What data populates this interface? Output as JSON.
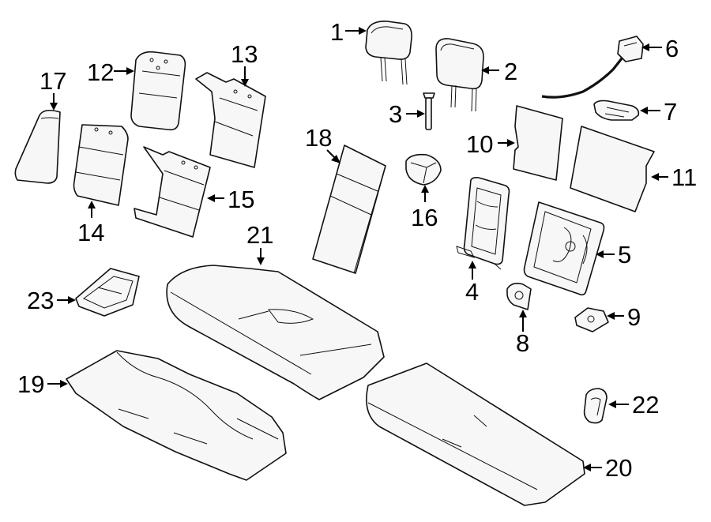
{
  "diagram": {
    "colors": {
      "line": "#111111",
      "fill": "#f7f7f7",
      "background": "#ffffff"
    },
    "callouts": [
      {
        "id": "1",
        "label": "1"
      },
      {
        "id": "2",
        "label": "2"
      },
      {
        "id": "3",
        "label": "3"
      },
      {
        "id": "4",
        "label": "4"
      },
      {
        "id": "5",
        "label": "5"
      },
      {
        "id": "6",
        "label": "6"
      },
      {
        "id": "7",
        "label": "7"
      },
      {
        "id": "8",
        "label": "8"
      },
      {
        "id": "9",
        "label": "9"
      },
      {
        "id": "10",
        "label": "10"
      },
      {
        "id": "11",
        "label": "11"
      },
      {
        "id": "12",
        "label": "12"
      },
      {
        "id": "13",
        "label": "13"
      },
      {
        "id": "14",
        "label": "14"
      },
      {
        "id": "15",
        "label": "15"
      },
      {
        "id": "16",
        "label": "16"
      },
      {
        "id": "17",
        "label": "17"
      },
      {
        "id": "18",
        "label": "18"
      },
      {
        "id": "19",
        "label": "19"
      },
      {
        "id": "20",
        "label": "20"
      },
      {
        "id": "21",
        "label": "21"
      },
      {
        "id": "22",
        "label": "22"
      },
      {
        "id": "23",
        "label": "23"
      }
    ]
  }
}
